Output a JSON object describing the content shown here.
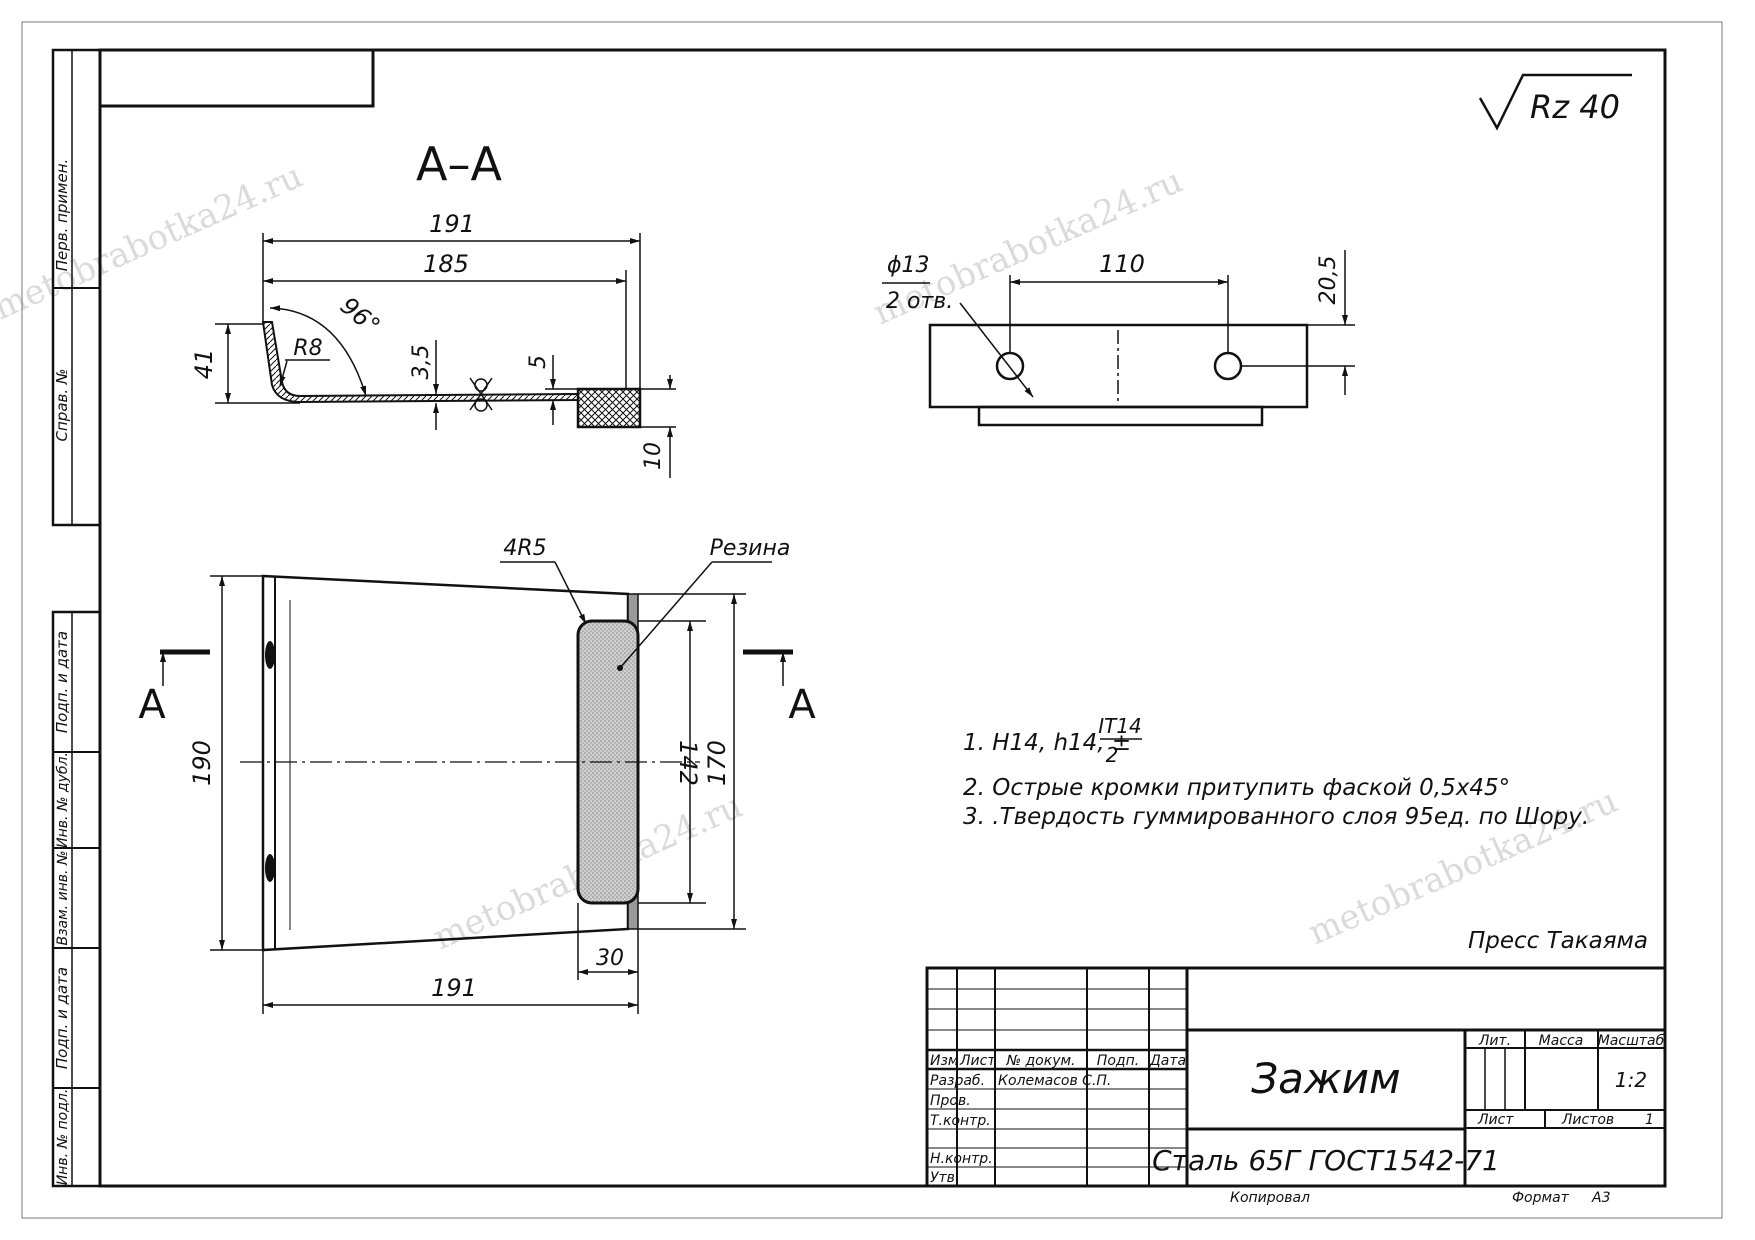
{
  "watermark": "metobrabotka24.ru",
  "section_label": "A–A",
  "roughness": "Rz 40",
  "side_columns": {
    "perv_primen": "Перв. примен.",
    "sprav_no": "Справ. №",
    "podp_i_data_1": "Подп. и дата",
    "inv_no_dubl": "Инв. № дубл.",
    "vzam_inv_no": "Взам. инв. №",
    "podp_i_data_2": "Подп. и дата",
    "inv_no_podl": "Инв. № подл."
  },
  "section_view": {
    "dim_overall": "191",
    "dim_straight": "185",
    "dim_height": "41",
    "angle": "96°",
    "radius": "R8",
    "thickness": "3,5",
    "step": "5",
    "rubber_height": "10"
  },
  "top_view": {
    "hole_dia": "ϕ13",
    "hole_count": "2 отв.",
    "hole_spacing": "110",
    "hole_offset": "20,5"
  },
  "plan_view": {
    "corner_radius": "4R5",
    "rubber_label": "Резина",
    "height_left": "190",
    "rubber_length": "142",
    "height_right": "170",
    "rubber_width": "30",
    "width_bottom": "191",
    "section_mark": "A"
  },
  "notes": {
    "note1_prefix": "1. H14, h14, ±",
    "note1_num": "IT14",
    "note1_den": "2",
    "note2": "2. Острые кромки притупить фаской 0,5х45°",
    "note3": "3. .Твердость гуммированного слоя 95ед. по Шору."
  },
  "machine": "Пресс Такаяма",
  "title_block": {
    "hdr_izm": "Изм",
    "hdr_list": "Лист",
    "hdr_docum": "№ докум.",
    "hdr_podp": "Подп.",
    "hdr_data": "Дата",
    "razrab": "Разраб.",
    "razrab_name": "Колемасов С.П.",
    "prov": "Пров.",
    "tkontr": "Т.контр.",
    "nkontr": "Н.контр.",
    "utv": "Утв.",
    "part_name": "Зажим",
    "material": "Сталь 65Г ГОСТ1542-71",
    "lit": "Лит.",
    "massa": "Масса",
    "masshtab": "Масштаб",
    "scale": "1:2",
    "list": "Лист",
    "listov": "Листов",
    "listov_count": "1",
    "kopiroval": "Копировал",
    "format_label": "Формат",
    "format_value": "А3"
  }
}
